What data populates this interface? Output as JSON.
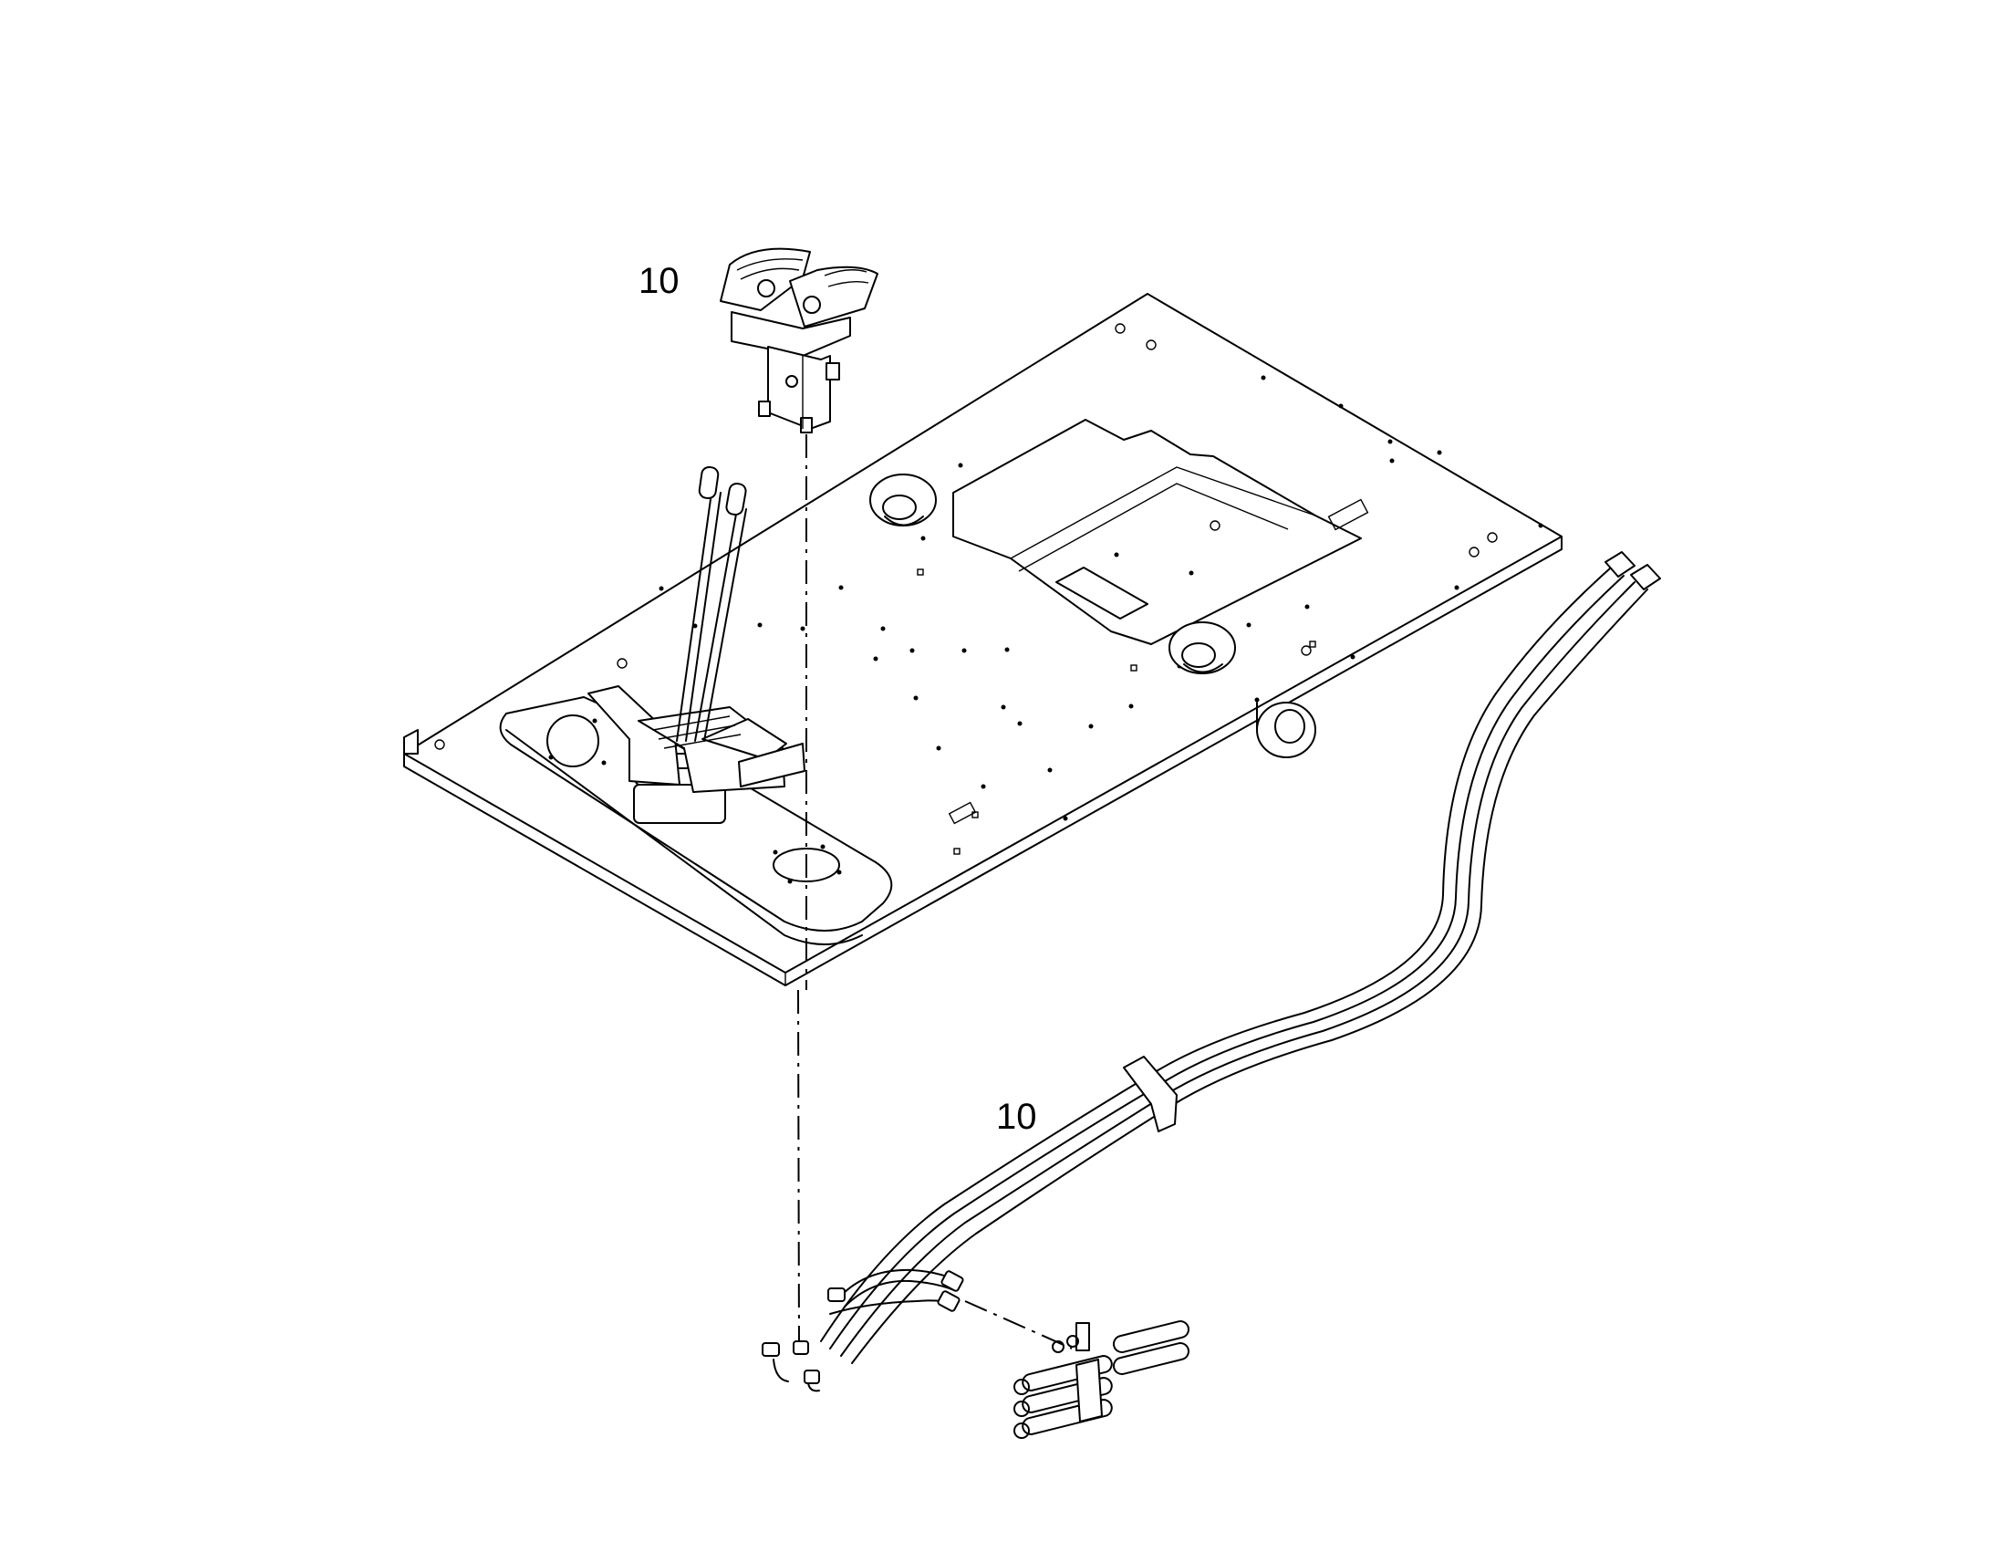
{
  "callouts": [
    {
      "id": "upper",
      "text": "10"
    },
    {
      "id": "lower",
      "text": "10"
    }
  ],
  "colors": {
    "line": "#000000",
    "background": "#ffffff"
  }
}
